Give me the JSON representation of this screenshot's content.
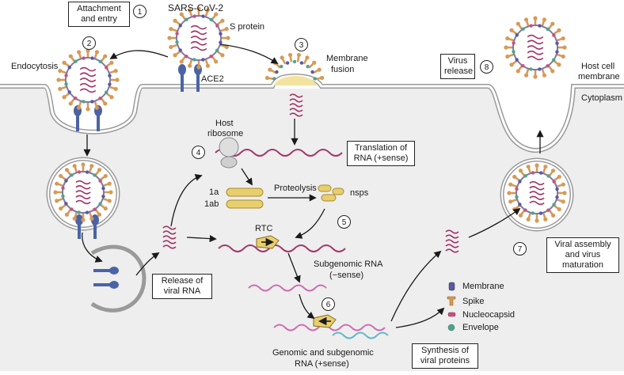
{
  "labels": {
    "sars": "SARS-CoV-2",
    "s_protein": "S protein",
    "ace2": "ACE2",
    "endocytosis": "Endocytosis",
    "membrane_fusion_1": "Membrane",
    "membrane_fusion_2": "fusion",
    "host_ribosome_1": "Host",
    "host_ribosome_2": "ribosome",
    "orf_1a": "1a",
    "orf_1ab": "1ab",
    "proteolysis": "Proteolysis",
    "nsps": "nsps",
    "rtc": "RTC",
    "subgenomic_1": "Subgenomic RNA",
    "subgenomic_2": "(−sense)",
    "genomic_1": "Genomic and subgenomic",
    "genomic_2": "RNA (+sense)",
    "host_cell_1": "Host cell",
    "host_cell_2": "membrane",
    "cytoplasm": "Cytoplasm"
  },
  "boxes": {
    "attachment_1": "Attachment",
    "attachment_2": "and entry",
    "translation_1": "Translation of",
    "translation_2": "RNA (+sense)",
    "release_1": "Release of",
    "release_2": "viral RNA",
    "virus_release_1": "Virus",
    "virus_release_2": "release",
    "assembly_1": "Viral assembly",
    "assembly_2": "and virus",
    "assembly_3": "maturation",
    "synthesis_1": "Synthesis of",
    "synthesis_2": "viral proteins"
  },
  "steps": [
    "1",
    "2",
    "3",
    "4",
    "5",
    "6",
    "7",
    "8"
  ],
  "legend": [
    {
      "label": "Membrane",
      "color": "#5b58a6"
    },
    {
      "label": "Spike",
      "color": "#e0a35a"
    },
    {
      "label": "Nucleocapsid",
      "color": "#c9527a"
    },
    {
      "label": "Envelope",
      "color": "#4fa38c"
    }
  ],
  "colors": {
    "cytoplasm": "#eeeeee",
    "membrane": "#a9a9a9",
    "rna_plus": "#a2386a",
    "rna_minus": "#d06bb2",
    "rna_cyan": "#5fb8c8",
    "spike": "#d69a56",
    "receptor": "#4b63a6",
    "ribosome": "#d5d5d5",
    "polyprotein": "#e8cf6e"
  }
}
